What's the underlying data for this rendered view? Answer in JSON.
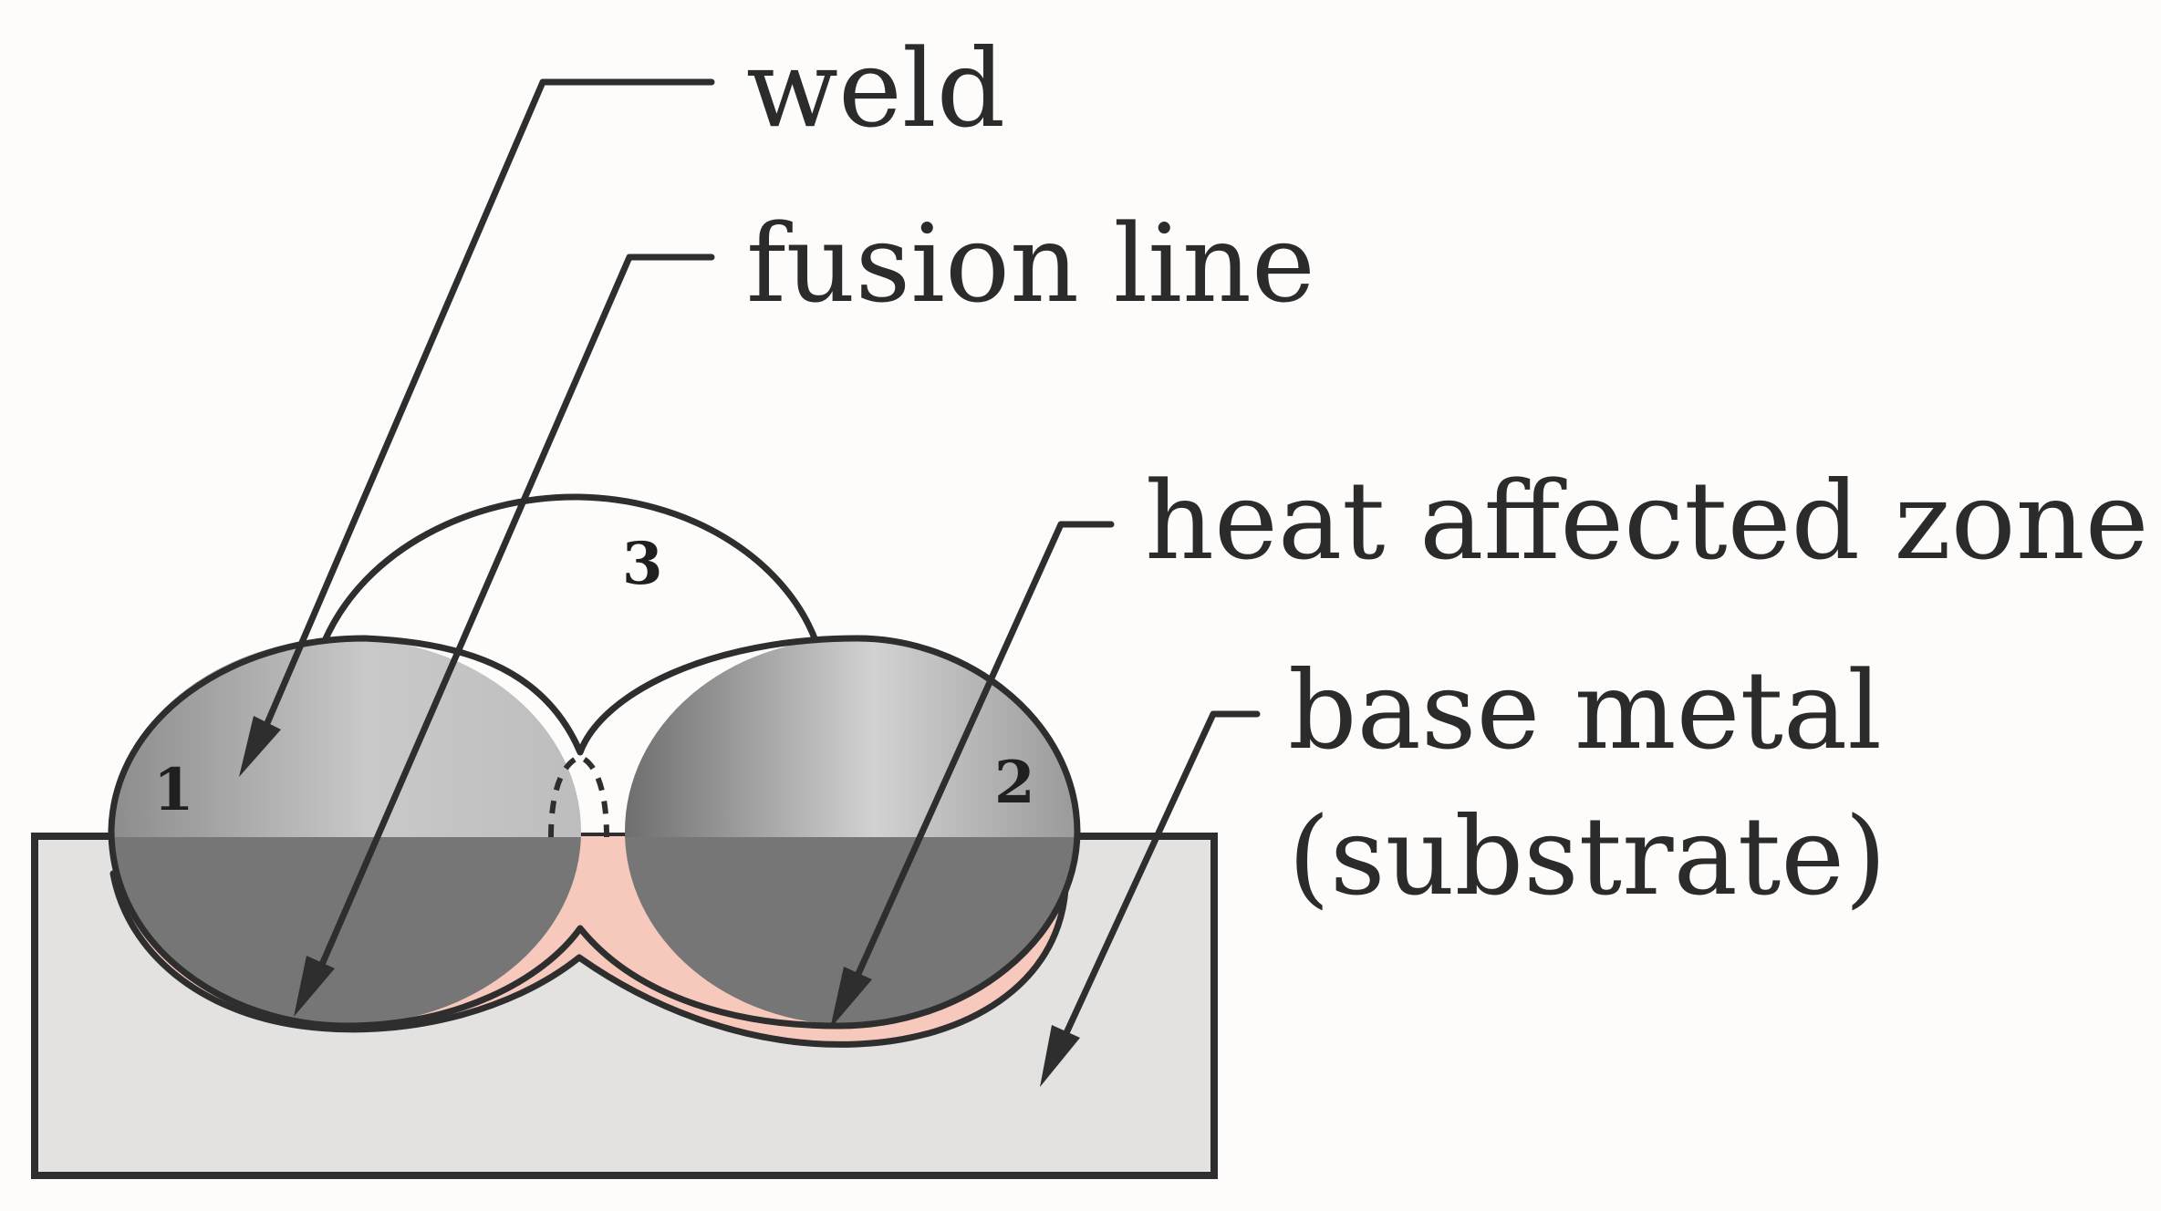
{
  "labels": {
    "weld": "weld",
    "fusion_line": "fusion line",
    "heat_affected_zone": "heat affected zone",
    "base_metal_line1": "base metal",
    "base_metal_line2": "(substrate)"
  },
  "beads": {
    "bead_1": "1",
    "bead_2": "2",
    "bead_3": "3"
  },
  "colors": {
    "background": "#fdfcfa",
    "substrate": "#e4e2e0",
    "haz": "#f6c9bc",
    "weld_light": "#c8c8c8",
    "weld_dark": "#767676",
    "outline": "#2e2e2e"
  }
}
